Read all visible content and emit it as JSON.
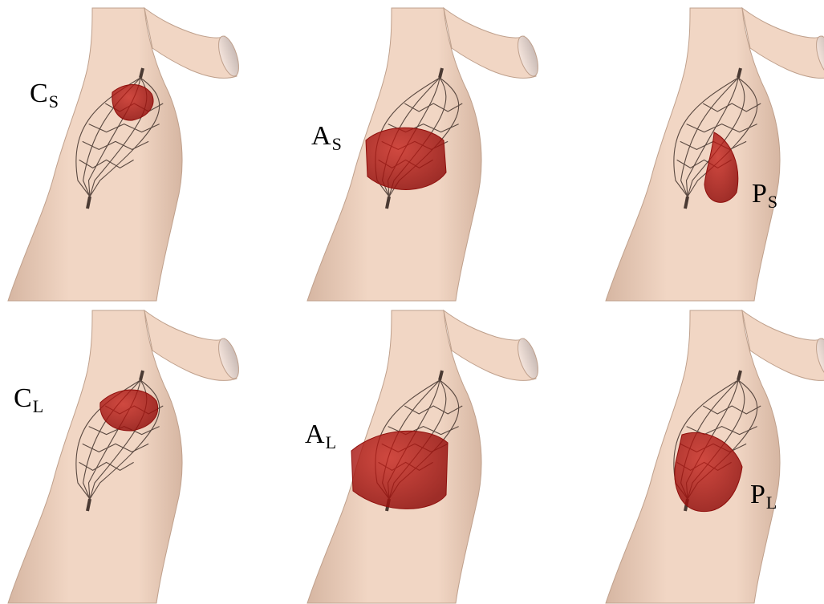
{
  "colors": {
    "vessel": "#f1d6c4",
    "vessel_shade": "#d6b6a2",
    "vessel_edge": "#bfa08c",
    "region": "#c41a14",
    "region_dark": "#8f0f0c",
    "stent": "#4a3a33"
  },
  "panels": [
    {
      "id": "cs",
      "label_main": "C",
      "label_sub": "S",
      "region": "cap-small"
    },
    {
      "id": "as",
      "label_main": "A",
      "label_sub": "S",
      "region": "band-small"
    },
    {
      "id": "ps",
      "label_main": "P",
      "label_sub": "S",
      "region": "patch-small"
    },
    {
      "id": "cl",
      "label_main": "C",
      "label_sub": "L",
      "region": "cap-large"
    },
    {
      "id": "al",
      "label_main": "A",
      "label_sub": "L",
      "region": "band-large"
    },
    {
      "id": "pl",
      "label_main": "P",
      "label_sub": "L",
      "region": "patch-large"
    }
  ]
}
